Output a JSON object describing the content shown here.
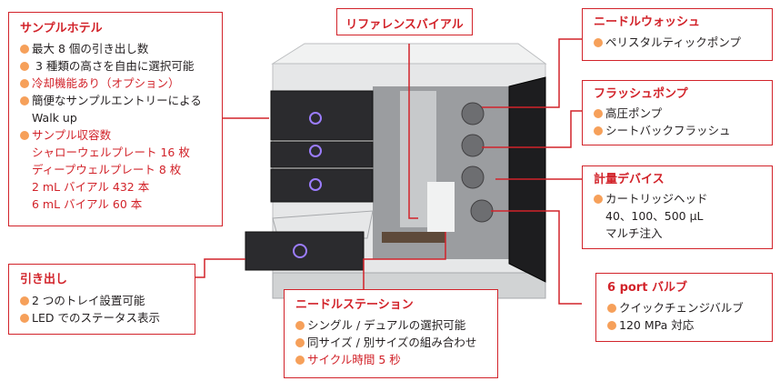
{
  "boxes": {
    "sample_hotel": {
      "title": "サンプルホテル",
      "items": [
        "最大 8 個の引き出し数",
        " 3 種類の高さを自由に選択可能",
        "冷却機能あり（オプション）",
        "簡便なサンプルエントリーによる",
        "Walk up",
        "サンプル収容数",
        "シャローウェルプレート 16 枚",
        "ディープウェルプレート 8 枚",
        "2 mL バイアル 432 本",
        "6 mL バイアル 60 本"
      ]
    },
    "reference_vial": {
      "title": "リファレンスバイアル"
    },
    "needle_wash": {
      "title": "ニードルウォッシュ",
      "items": [
        "ペリスタルティックポンプ"
      ]
    },
    "flush_pump": {
      "title": "フラッシュポンプ",
      "items": [
        "高圧ポンプ",
        "シートバックフラッシュ"
      ]
    },
    "metering": {
      "title": "計量デバイス",
      "items": [
        "カートリッジヘッド",
        "40、100、500 μL",
        "マルチ注入"
      ]
    },
    "drawer": {
      "title": "引き出し",
      "items": [
        "2 つのトレイ設置可能",
        "LED でのステータス表示"
      ]
    },
    "needle_station": {
      "title": "ニードルステーション",
      "items": [
        "シングル / デュアルの選択可能",
        "同サイズ / 別サイズの組み合わせ",
        "サイクル時間 5 秒"
      ]
    },
    "six_port": {
      "title": "6 port バルブ",
      "items": [
        "クイックチェンジバルブ",
        "120 MPa 対応"
      ]
    }
  },
  "colors": {
    "accent": "#d2232a",
    "bullet": "#f6a05a",
    "device_body": "#e6e7e8",
    "drawer": "#2b2b2e"
  }
}
